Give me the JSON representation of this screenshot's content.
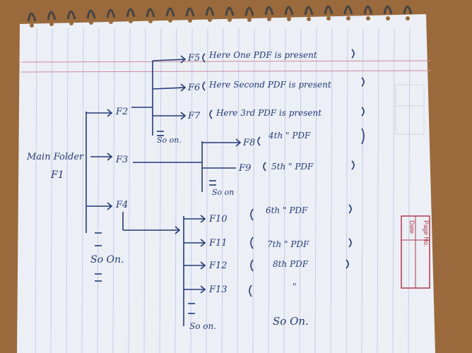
{
  "photo": {
    "subject": "notebook page",
    "colors": {
      "table": "#9a6a3c",
      "paper": "#eceff6",
      "ruled_line": "#c8cce4",
      "margin_line": "#d08a9a",
      "ink": "#223a7a",
      "stamp": "#b03a4a"
    }
  },
  "stamp": {
    "page_no_label": "Page No.",
    "date_label": "Date"
  },
  "diagram": {
    "root": {
      "name": "Main Folder",
      "id": "F1"
    },
    "folders": [
      {
        "id": "F2",
        "files": [
          {
            "id": "F5",
            "note": "Here One PDF is present"
          },
          {
            "id": "F6",
            "note": "Here Second PDF is present"
          },
          {
            "id": "F7",
            "note": "Here 3rd PDF is present"
          }
        ],
        "more": "So on."
      },
      {
        "id": "F3",
        "files": [
          {
            "id": "F8",
            "note": "4th \" PDF"
          },
          {
            "id": "F9",
            "note": "5th \" PDF"
          }
        ],
        "more": "So on"
      },
      {
        "id": "F4",
        "files": [
          {
            "id": "F10",
            "note": "6th \" PDF"
          },
          {
            "id": "F11",
            "note": "7th \" PDF"
          },
          {
            "id": "F12",
            "note": "8th PDF"
          },
          {
            "id": "F13",
            "note": "\""
          }
        ],
        "more": "So on.",
        "trailing": "So On."
      }
    ],
    "root_more": "So On."
  }
}
